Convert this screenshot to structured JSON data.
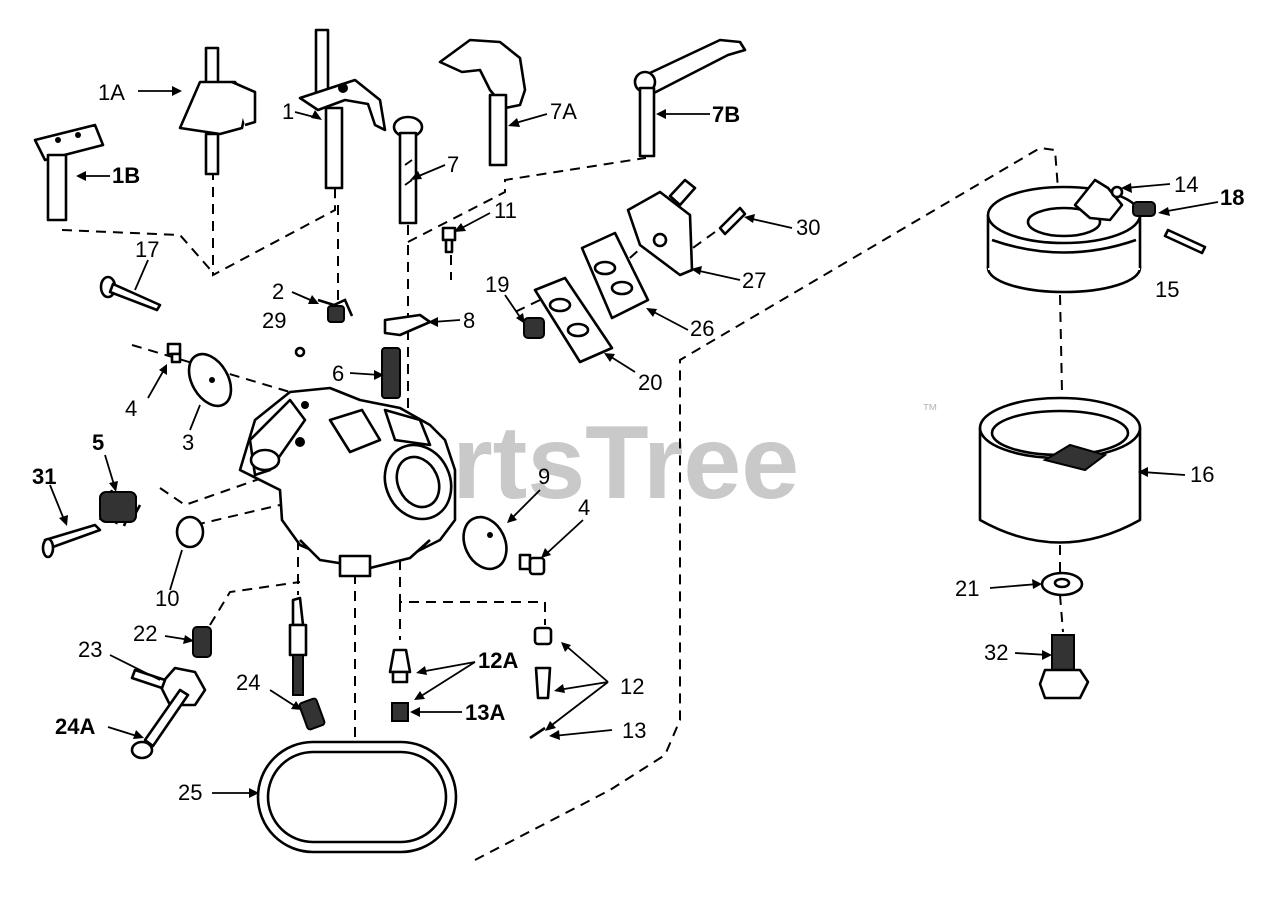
{
  "watermark": {
    "text": "PartsTree",
    "trademark": "™"
  },
  "callouts": [
    {
      "id": "1A",
      "text": "1A",
      "bold": false
    },
    {
      "id": "1",
      "text": "1",
      "bold": false
    },
    {
      "id": "1B",
      "text": "1B",
      "bold": true
    },
    {
      "id": "7A",
      "text": "7A",
      "bold": false
    },
    {
      "id": "7B",
      "text": "7B",
      "bold": true
    },
    {
      "id": "7",
      "text": "7",
      "bold": false
    },
    {
      "id": "11",
      "text": "11",
      "bold": false
    },
    {
      "id": "30",
      "text": "30",
      "bold": false
    },
    {
      "id": "14",
      "text": "14",
      "bold": false
    },
    {
      "id": "18",
      "text": "18",
      "bold": true
    },
    {
      "id": "15",
      "text": "15",
      "bold": false
    },
    {
      "id": "17",
      "text": "17",
      "bold": false
    },
    {
      "id": "2",
      "text": "2",
      "bold": false
    },
    {
      "id": "29",
      "text": "29",
      "bold": false
    },
    {
      "id": "8",
      "text": "8",
      "bold": false
    },
    {
      "id": "19",
      "text": "19",
      "bold": false
    },
    {
      "id": "27",
      "text": "27",
      "bold": false
    },
    {
      "id": "26",
      "text": "26",
      "bold": false
    },
    {
      "id": "20",
      "text": "20",
      "bold": false
    },
    {
      "id": "6",
      "text": "6",
      "bold": false
    },
    {
      "id": "4a",
      "text": "4",
      "bold": false
    },
    {
      "id": "3",
      "text": "3",
      "bold": false
    },
    {
      "id": "5",
      "text": "5",
      "bold": true
    },
    {
      "id": "31",
      "text": "31",
      "bold": true
    },
    {
      "id": "9",
      "text": "9",
      "bold": false
    },
    {
      "id": "4b",
      "text": "4",
      "bold": false
    },
    {
      "id": "16",
      "text": "16",
      "bold": false
    },
    {
      "id": "10",
      "text": "10",
      "bold": false
    },
    {
      "id": "22",
      "text": "22",
      "bold": false
    },
    {
      "id": "23",
      "text": "23",
      "bold": false
    },
    {
      "id": "24",
      "text": "24",
      "bold": false
    },
    {
      "id": "12A",
      "text": "12A",
      "bold": true
    },
    {
      "id": "12",
      "text": "12",
      "bold": false
    },
    {
      "id": "13A",
      "text": "13A",
      "bold": true
    },
    {
      "id": "13",
      "text": "13",
      "bold": false
    },
    {
      "id": "24A",
      "text": "24A",
      "bold": true
    },
    {
      "id": "25",
      "text": "25",
      "bold": false
    },
    {
      "id": "21",
      "text": "21",
      "bold": false
    },
    {
      "id": "32",
      "text": "32",
      "bold": false
    }
  ]
}
